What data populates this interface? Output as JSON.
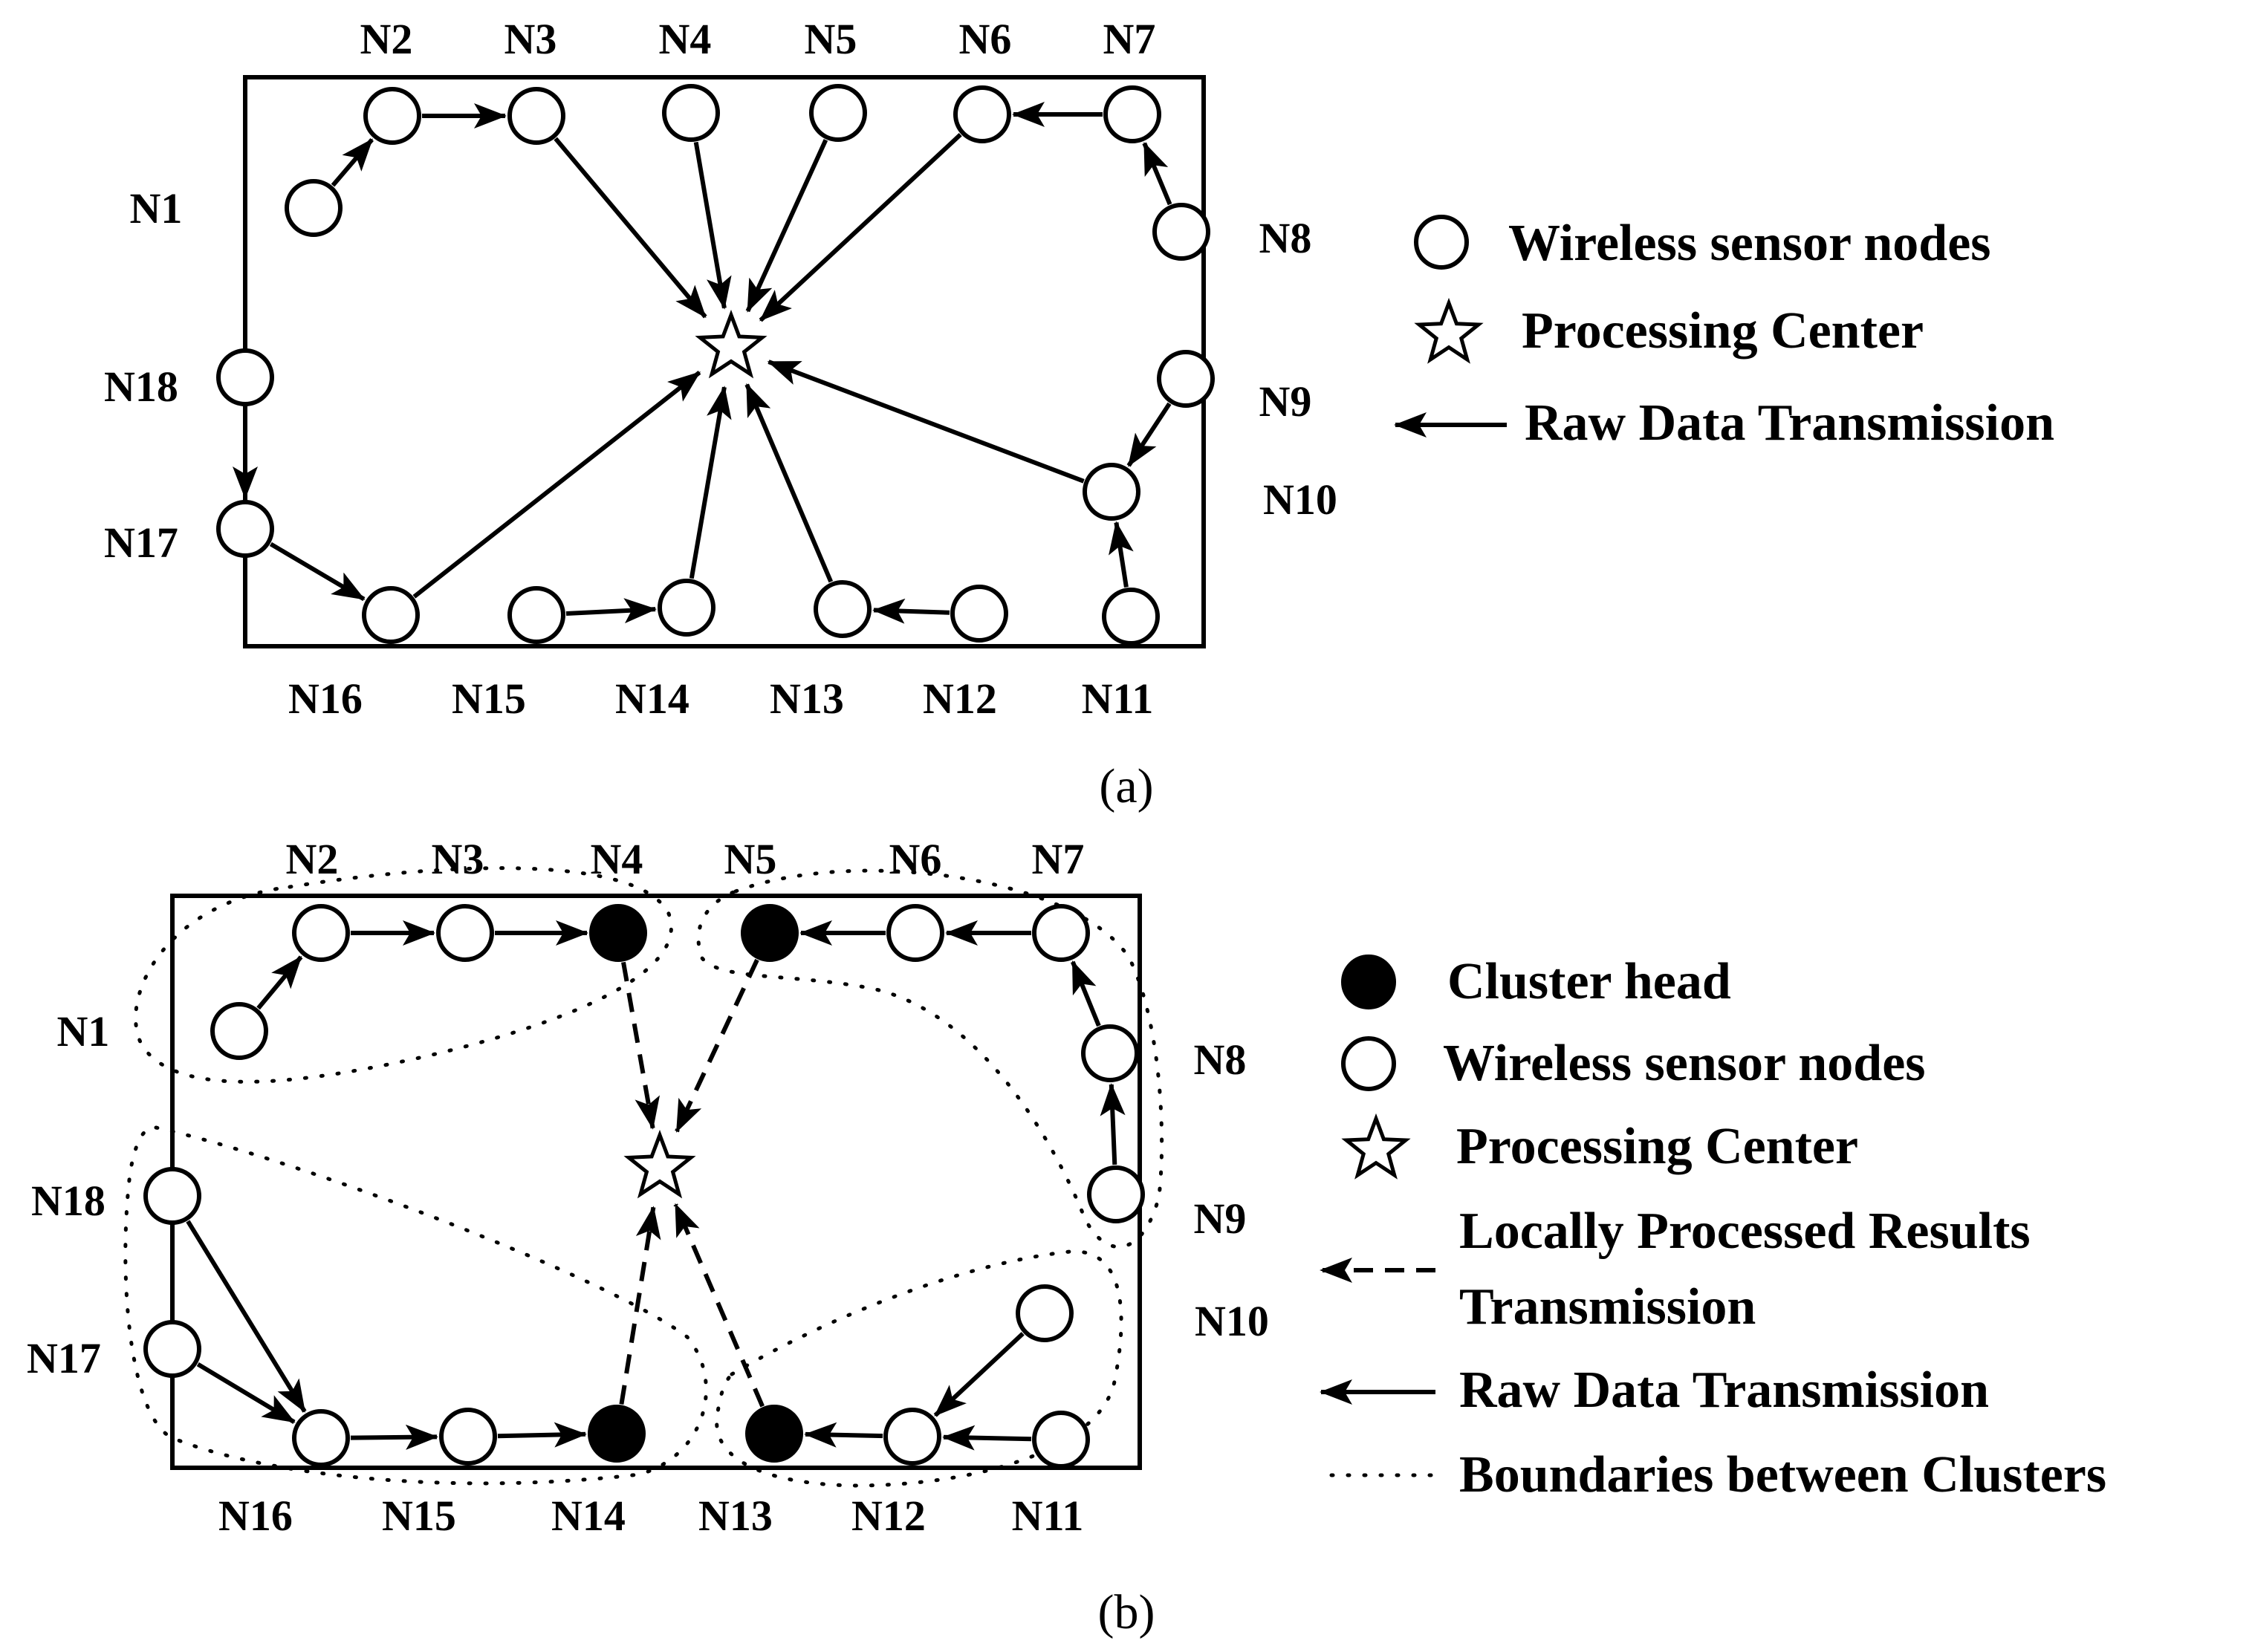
{
  "panel_a": {
    "caption": "(a)",
    "node_labels": [
      "N1",
      "N2",
      "N3",
      "N4",
      "N5",
      "N6",
      "N7",
      "N8",
      "N9",
      "N10",
      "N11",
      "N12",
      "N13",
      "N14",
      "N15",
      "N16",
      "N17",
      "N18"
    ],
    "legend": {
      "sensor": "Wireless sensor nodes",
      "center": "Processing Center",
      "raw": "Raw Data Transmission"
    }
  },
  "panel_b": {
    "caption": "(b)",
    "node_labels": [
      "N1",
      "N2",
      "N3",
      "N4",
      "N5",
      "N6",
      "N7",
      "N8",
      "N9",
      "N10",
      "N11",
      "N12",
      "N13",
      "N14",
      "N15",
      "N16",
      "N17",
      "N18"
    ],
    "cluster_heads": [
      "N4",
      "N5",
      "N13",
      "N14"
    ],
    "legend": {
      "head": "Cluster head",
      "sensor": "Wireless sensor nodes",
      "center": "Processing Center",
      "local_line1": "Locally Processed Results",
      "local_line2": "Transmission",
      "raw": "Raw Data Transmission",
      "boundary": "Boundaries between Clusters"
    }
  },
  "colors": {
    "stroke": "#000000",
    "background": "#ffffff",
    "cluster_head_fill": "#000000"
  }
}
